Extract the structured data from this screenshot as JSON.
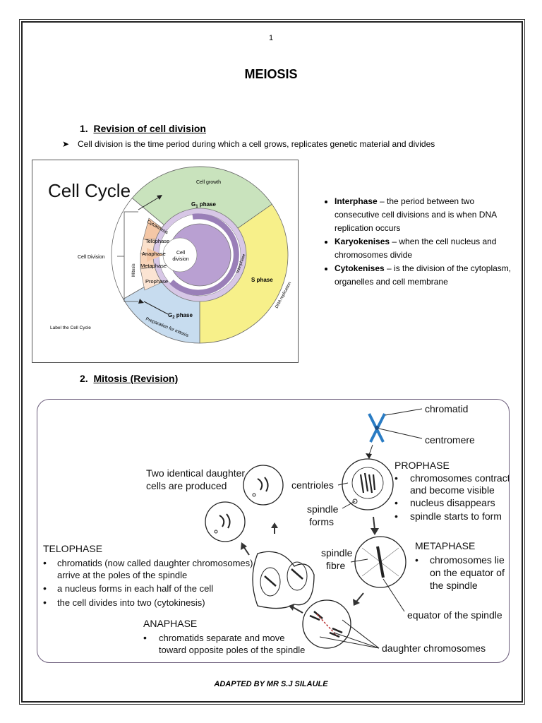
{
  "page_number": "1",
  "title": "MEIOSIS",
  "section1": {
    "number": "1.",
    "heading": "Revision of cell division"
  },
  "intro_bullet": "Cell division is the time period during which a cell grows, replicates genetic material and divides",
  "cell_cycle": {
    "title": "Cell Cycle",
    "cell_growth": "Cell growth",
    "g1": "G",
    "g1_sub": "1",
    "g1_suffix": " phase",
    "s": "S phase",
    "g2": "G",
    "g2_sub": "2",
    "g2_suffix": " phase",
    "dna": "DNA replication",
    "interphase": "Interphase",
    "cell_division_center": [
      "Cell",
      "division"
    ],
    "cell_division_side": "Cell Division",
    "mitosis": "Mitosis",
    "cytokinesis": "Cytokinesis",
    "stages": [
      "Telophase",
      "Anaphase",
      "Metaphase",
      "Prophase"
    ],
    "prep": "Preparation for mitosis",
    "label_caption": "Label the Cell Cycle"
  },
  "definitions": [
    {
      "term": "Interphase",
      "text": " – the period between two consecutive cell divisions and is when DNA replication occurs"
    },
    {
      "term": "Karyokenises",
      "text": " – when the cell nucleus and chromosomes divide"
    },
    {
      "term": "Cytokenises",
      "text": " – is the division of the cytoplasm, organelles and cell membrane"
    }
  ],
  "section2": {
    "number": "2.",
    "heading": "Mitosis (Revision)"
  },
  "mitosis_figure": {
    "chromatid": "chromatid",
    "centromere": "centromere",
    "prophase": {
      "title": "PROPHASE",
      "points": [
        "chromosomes contract",
        "and become visible",
        "nucleus disappears",
        "spindle starts to form"
      ]
    },
    "centrioles": "centrioles",
    "spindle_forms": [
      "spindle",
      "forms"
    ],
    "two_identical": [
      "Two identical daughter",
      "cells are produced"
    ],
    "spindle_fibre": [
      "spindle",
      "fibre"
    ],
    "metaphase": {
      "title": "METAPHASE",
      "points": [
        "chromosomes lie",
        "on the equator of",
        "the spindle"
      ]
    },
    "equator": "equator of the spindle",
    "telophase": {
      "title": "TELOPHASE",
      "points": [
        "chromatids (now called daughter chromosomes)",
        "arrive at the poles of the spindle",
        "a nucleus forms in each half of the cell",
        "the cell divides into two (cytokinesis)"
      ]
    },
    "anaphase": {
      "title": "ANAPHASE",
      "points": [
        "chromatids separate and move",
        "toward opposite poles of the spindle"
      ]
    },
    "daughter_chromosomes": "daughter chromosomes"
  },
  "footer": "ADAPTED BY MR S.J SILAULE"
}
